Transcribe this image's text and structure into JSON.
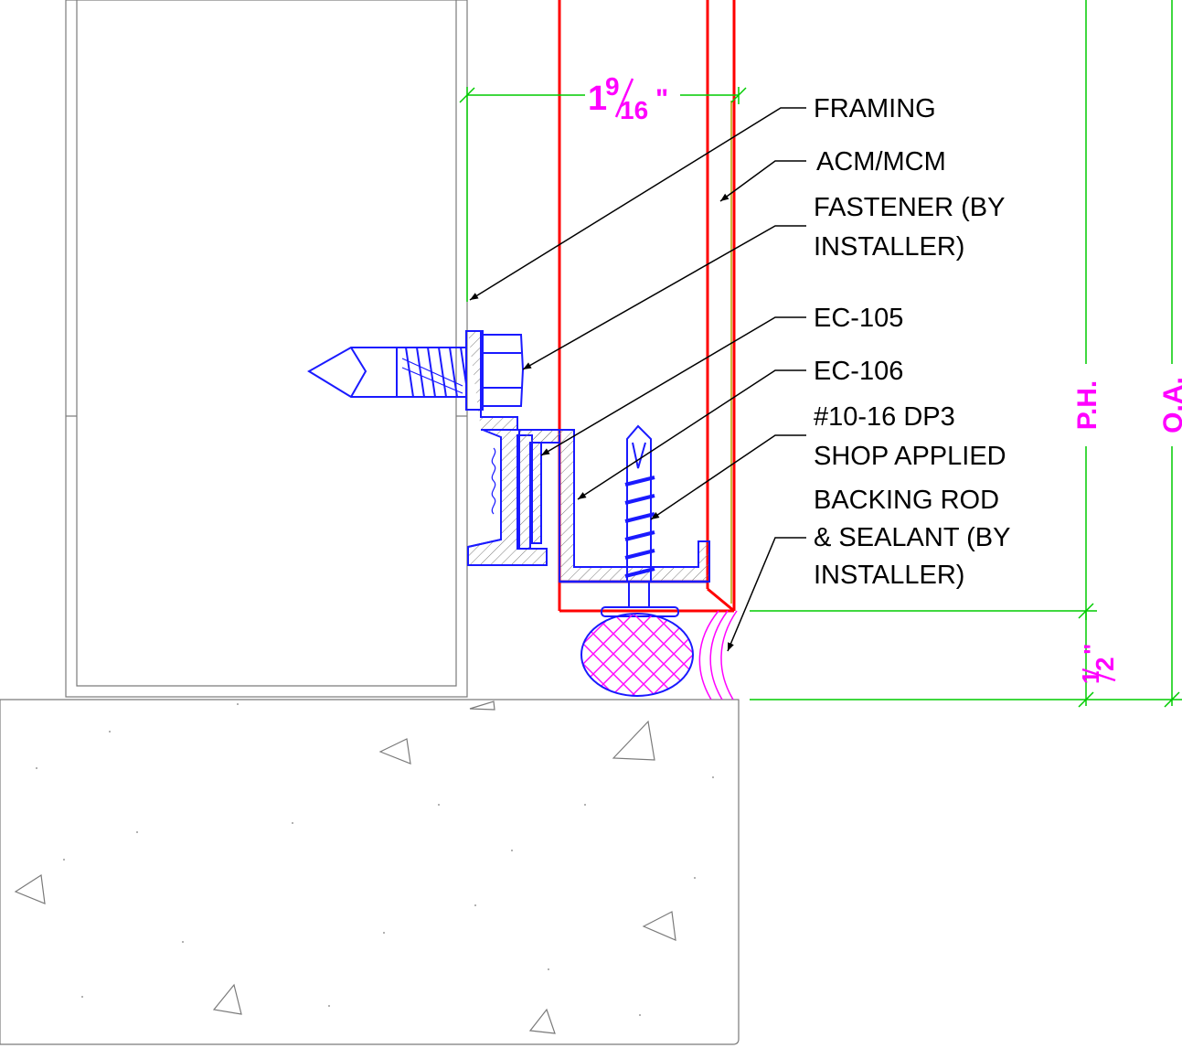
{
  "drawing": {
    "labels": {
      "framing": "FRAMING",
      "acm_mcm": "ACM/MCM",
      "fastener_line1": "FASTENER (BY",
      "fastener_line2": "INSTALLER)",
      "ec105": "EC-105",
      "ec106": "EC-106",
      "screw_line1": "#10-16 DP3",
      "screw_line2": "SHOP APPLIED",
      "sealant_line1": "BACKING ROD",
      "sealant_line2": "& SEALANT (BY",
      "sealant_line3": "INSTALLER)"
    },
    "dimensions": {
      "panel_width_whole": "1",
      "panel_width_num": "9",
      "panel_width_den": "16",
      "panel_width_unit": "\"",
      "joint_gap_num": "1",
      "joint_gap_den": "2",
      "joint_gap_unit": "\"",
      "panel_height": "P.H.",
      "overall": "O.A."
    },
    "colors": {
      "panel": "#ff0000",
      "extrusion": "#1a1aff",
      "dimension_line": "#00cc00",
      "dimension_text": "#ff00ff",
      "framing": "#7a7a7a"
    }
  }
}
